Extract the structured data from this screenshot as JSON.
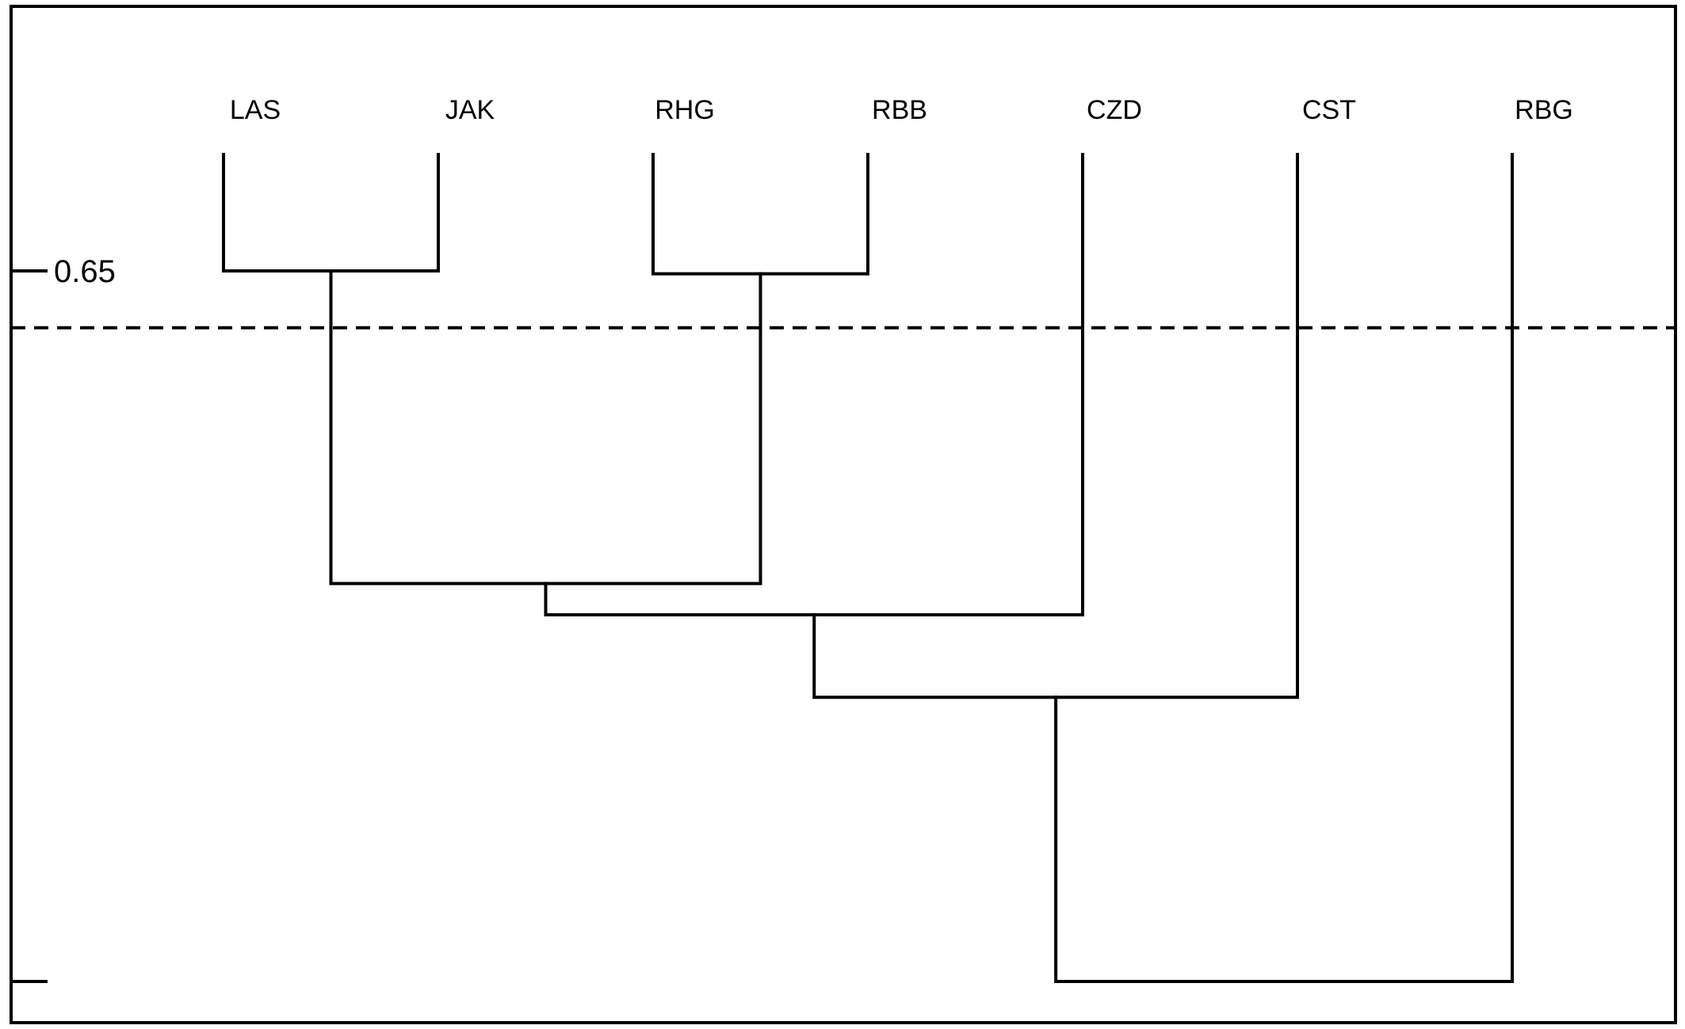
{
  "chart_data": {
    "type": "dendrogram",
    "leaves": [
      "LAS",
      "JAK",
      "RHG",
      "RBB",
      "CZD",
      "CST",
      "RBG"
    ],
    "axis": {
      "ticks": [
        {
          "label": "0.65",
          "value": 0.65
        },
        {
          "label": "",
          "value": 0.4
        }
      ],
      "top_value": 0.69
    },
    "cut_line": {
      "value": 0.63,
      "style": "dashed"
    },
    "merges": [
      {
        "left": "LAS",
        "right": "JAK",
        "height": 0.65
      },
      {
        "left": "RHG",
        "right": "RBB",
        "height": 0.649
      },
      {
        "left": "LAS-JAK",
        "right": "RHG-RBB",
        "height": 0.54
      },
      {
        "left": "LAS-JAK-RHG-RBB",
        "right": "CZD",
        "height": 0.529
      },
      {
        "left": "LAS-JAK-RHG-RBB-CZD",
        "right": "CST",
        "height": 0.5
      },
      {
        "left": "LAS-JAK-RHG-RBB-CZD-CST",
        "right": "RBG",
        "height": 0.4
      }
    ]
  }
}
